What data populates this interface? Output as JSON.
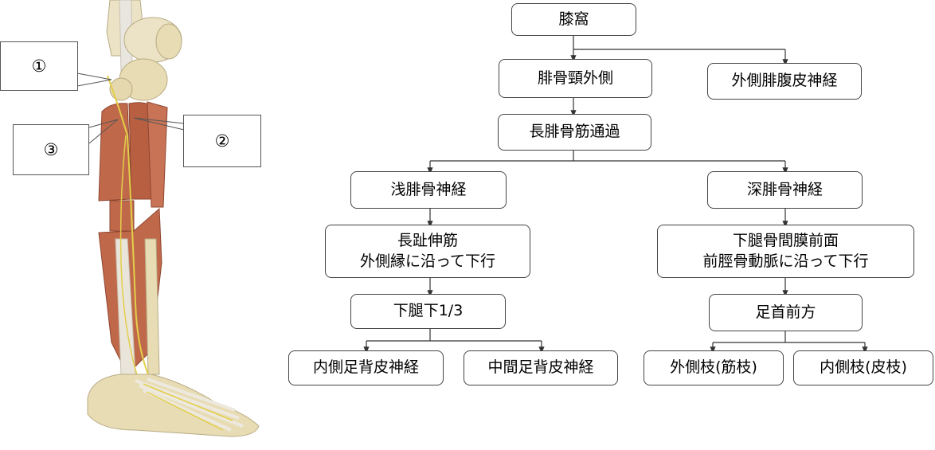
{
  "callouts": {
    "c1": "①",
    "c2": "②",
    "c3": "③"
  },
  "nodes": {
    "popliteal": "膝窩",
    "fibular_neck_lateral": "腓骨頸外側",
    "lateral_sural_cutaneous": "外側腓腹皮神経",
    "through_peroneus_longus": "長腓骨筋通過",
    "superficial_fibular": "浅腓骨神経",
    "deep_fibular": "深腓骨神経",
    "edl_line1": "長趾伸筋",
    "edl_line2": "外側縁に沿って下行",
    "interosseous_line1": "下腿骨間膜前面",
    "interosseous_line2": "前脛骨動脈に沿って下行",
    "lower_third": "下腿下1/3",
    "ankle_front": "足首前方",
    "medial_dorsal_cutaneous": "内側足背皮神経",
    "intermediate_dorsal_cutaneous": "中間足背皮神経",
    "lateral_branch": "外側枝(筋枝)",
    "medial_branch": "内側枝(皮枝)"
  },
  "colors": {
    "muscle": "#c0694a",
    "bone": "#e8dcb5",
    "tendon": "#e9e6df",
    "nerve": "#e3cf4a"
  }
}
